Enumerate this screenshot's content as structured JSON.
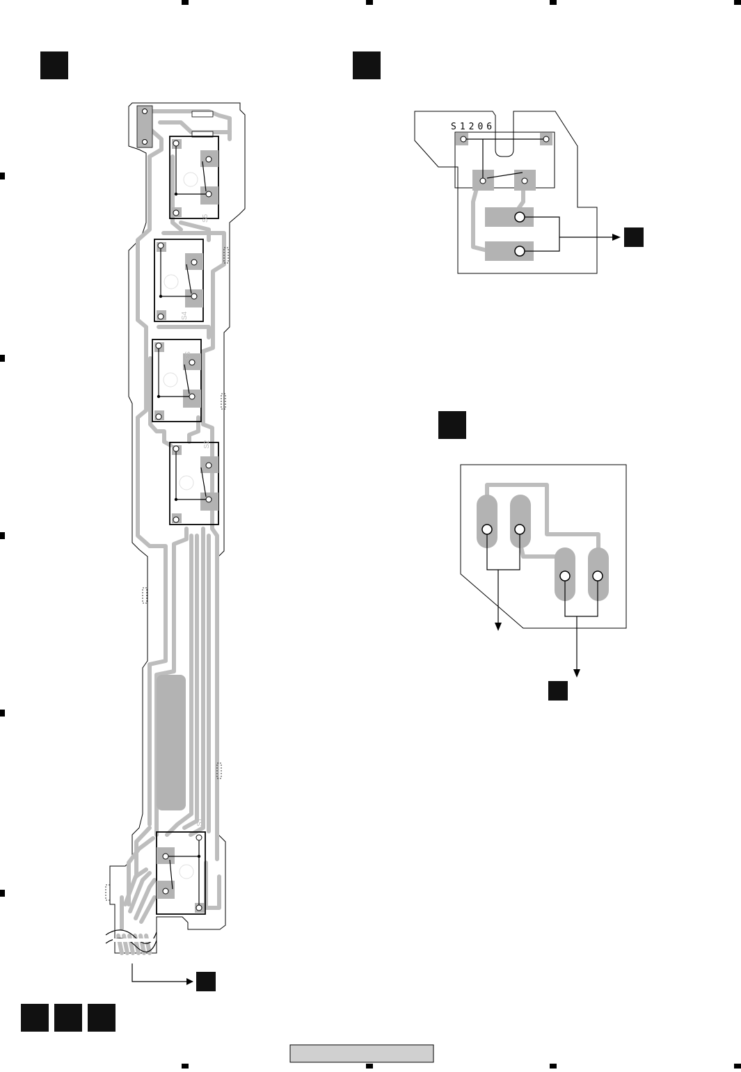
{
  "figure": {
    "labels": {
      "s1206": "S1206",
      "s1": "S1",
      "s2": "S2",
      "s3": "S3",
      "s4": "S4",
      "s5": "S5"
    }
  },
  "colors": {
    "ink": "#000000",
    "trace": "#bdbdbd",
    "pad": "#b3b3b3",
    "footer_bar": "#d0d0d0"
  }
}
